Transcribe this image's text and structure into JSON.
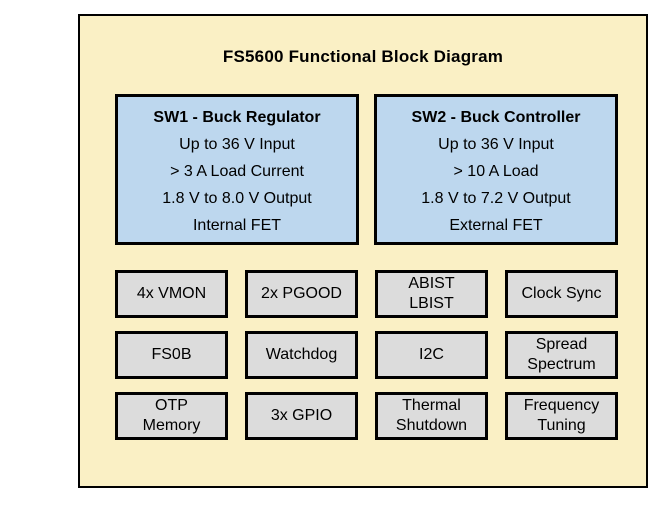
{
  "diagram": {
    "title": "FS5600 Functional Block Diagram",
    "colors": {
      "page_background": "#FFFFFF",
      "diagram_background": "#FAF0C5",
      "regulator_fill": "#BDD7EE",
      "feature_fill": "#DCDCDC",
      "border": "#000000"
    },
    "regulators": [
      {
        "title": "SW1 - Buck Regulator",
        "lines": [
          "Up to 36 V Input",
          "> 3 A Load Current",
          "1.8 V to 8.0 V Output",
          "Internal FET"
        ]
      },
      {
        "title": "SW2 - Buck Controller",
        "lines": [
          "Up to 36 V Input",
          "> 10 A Load",
          "1.8 V to 7.2 V Output",
          "External FET"
        ]
      }
    ],
    "features": {
      "rows": [
        [
          "4x VMON",
          "2x PGOOD",
          "ABIST\nLBIST",
          "Clock Sync"
        ],
        [
          "FS0B",
          "Watchdog",
          "I2C",
          "Spread\nSpectrum"
        ],
        [
          "OTP\nMemory",
          "3x GPIO",
          "Thermal\nShutdown",
          "Frequency\nTuning"
        ]
      ]
    }
  }
}
